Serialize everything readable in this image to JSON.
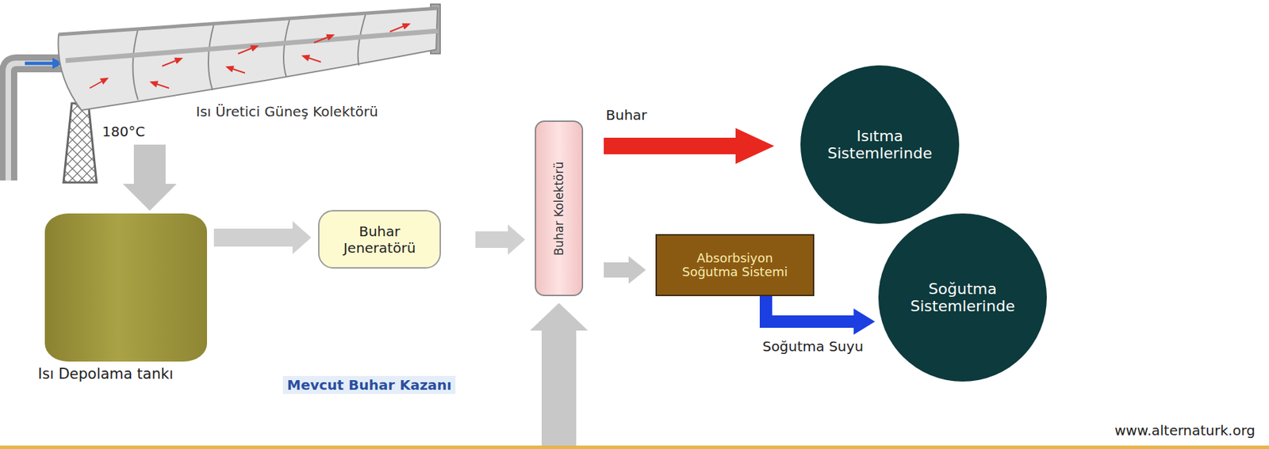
{
  "diagram": {
    "nodes": [
      {
        "text": [
          "Isı Üretici Güneş Kolektörü"
        ]
      },
      {
        "text": [
          "Isı Depolama tankı"
        ]
      },
      {
        "text": [
          "Buhar Jeneratörü"
        ]
      },
      {
        "text": [
          "Buhar Kolektörü"
        ]
      },
      {
        "text": [
          "Isıtma Sistemlerinde"
        ]
      },
      {
        "text": [
          "Absorbsiyon Soğutma Sistemi"
        ]
      },
      {
        "text": [
          "Soğutma Sistemlerinde"
        ]
      }
    ],
    "edges": [
      {
        "from": 0,
        "to": 1,
        "arrow": "to",
        "label": "180°C"
      },
      {
        "from": 1,
        "to": 2,
        "arrow": "to"
      },
      {
        "from": 2,
        "to": 3,
        "arrow": "to"
      },
      {
        "from": 3,
        "to": 4,
        "arrow": "to",
        "label": "Buhar"
      },
      {
        "from": 3,
        "to": 5,
        "arrow": "to"
      },
      {
        "from": 5,
        "to": 6,
        "arrow": "to",
        "label": "Soğutma Suyu"
      }
    ],
    "labels": [
      "Mevcut Buhar Kazanı",
      "www.alternaturk.org"
    ]
  }
}
